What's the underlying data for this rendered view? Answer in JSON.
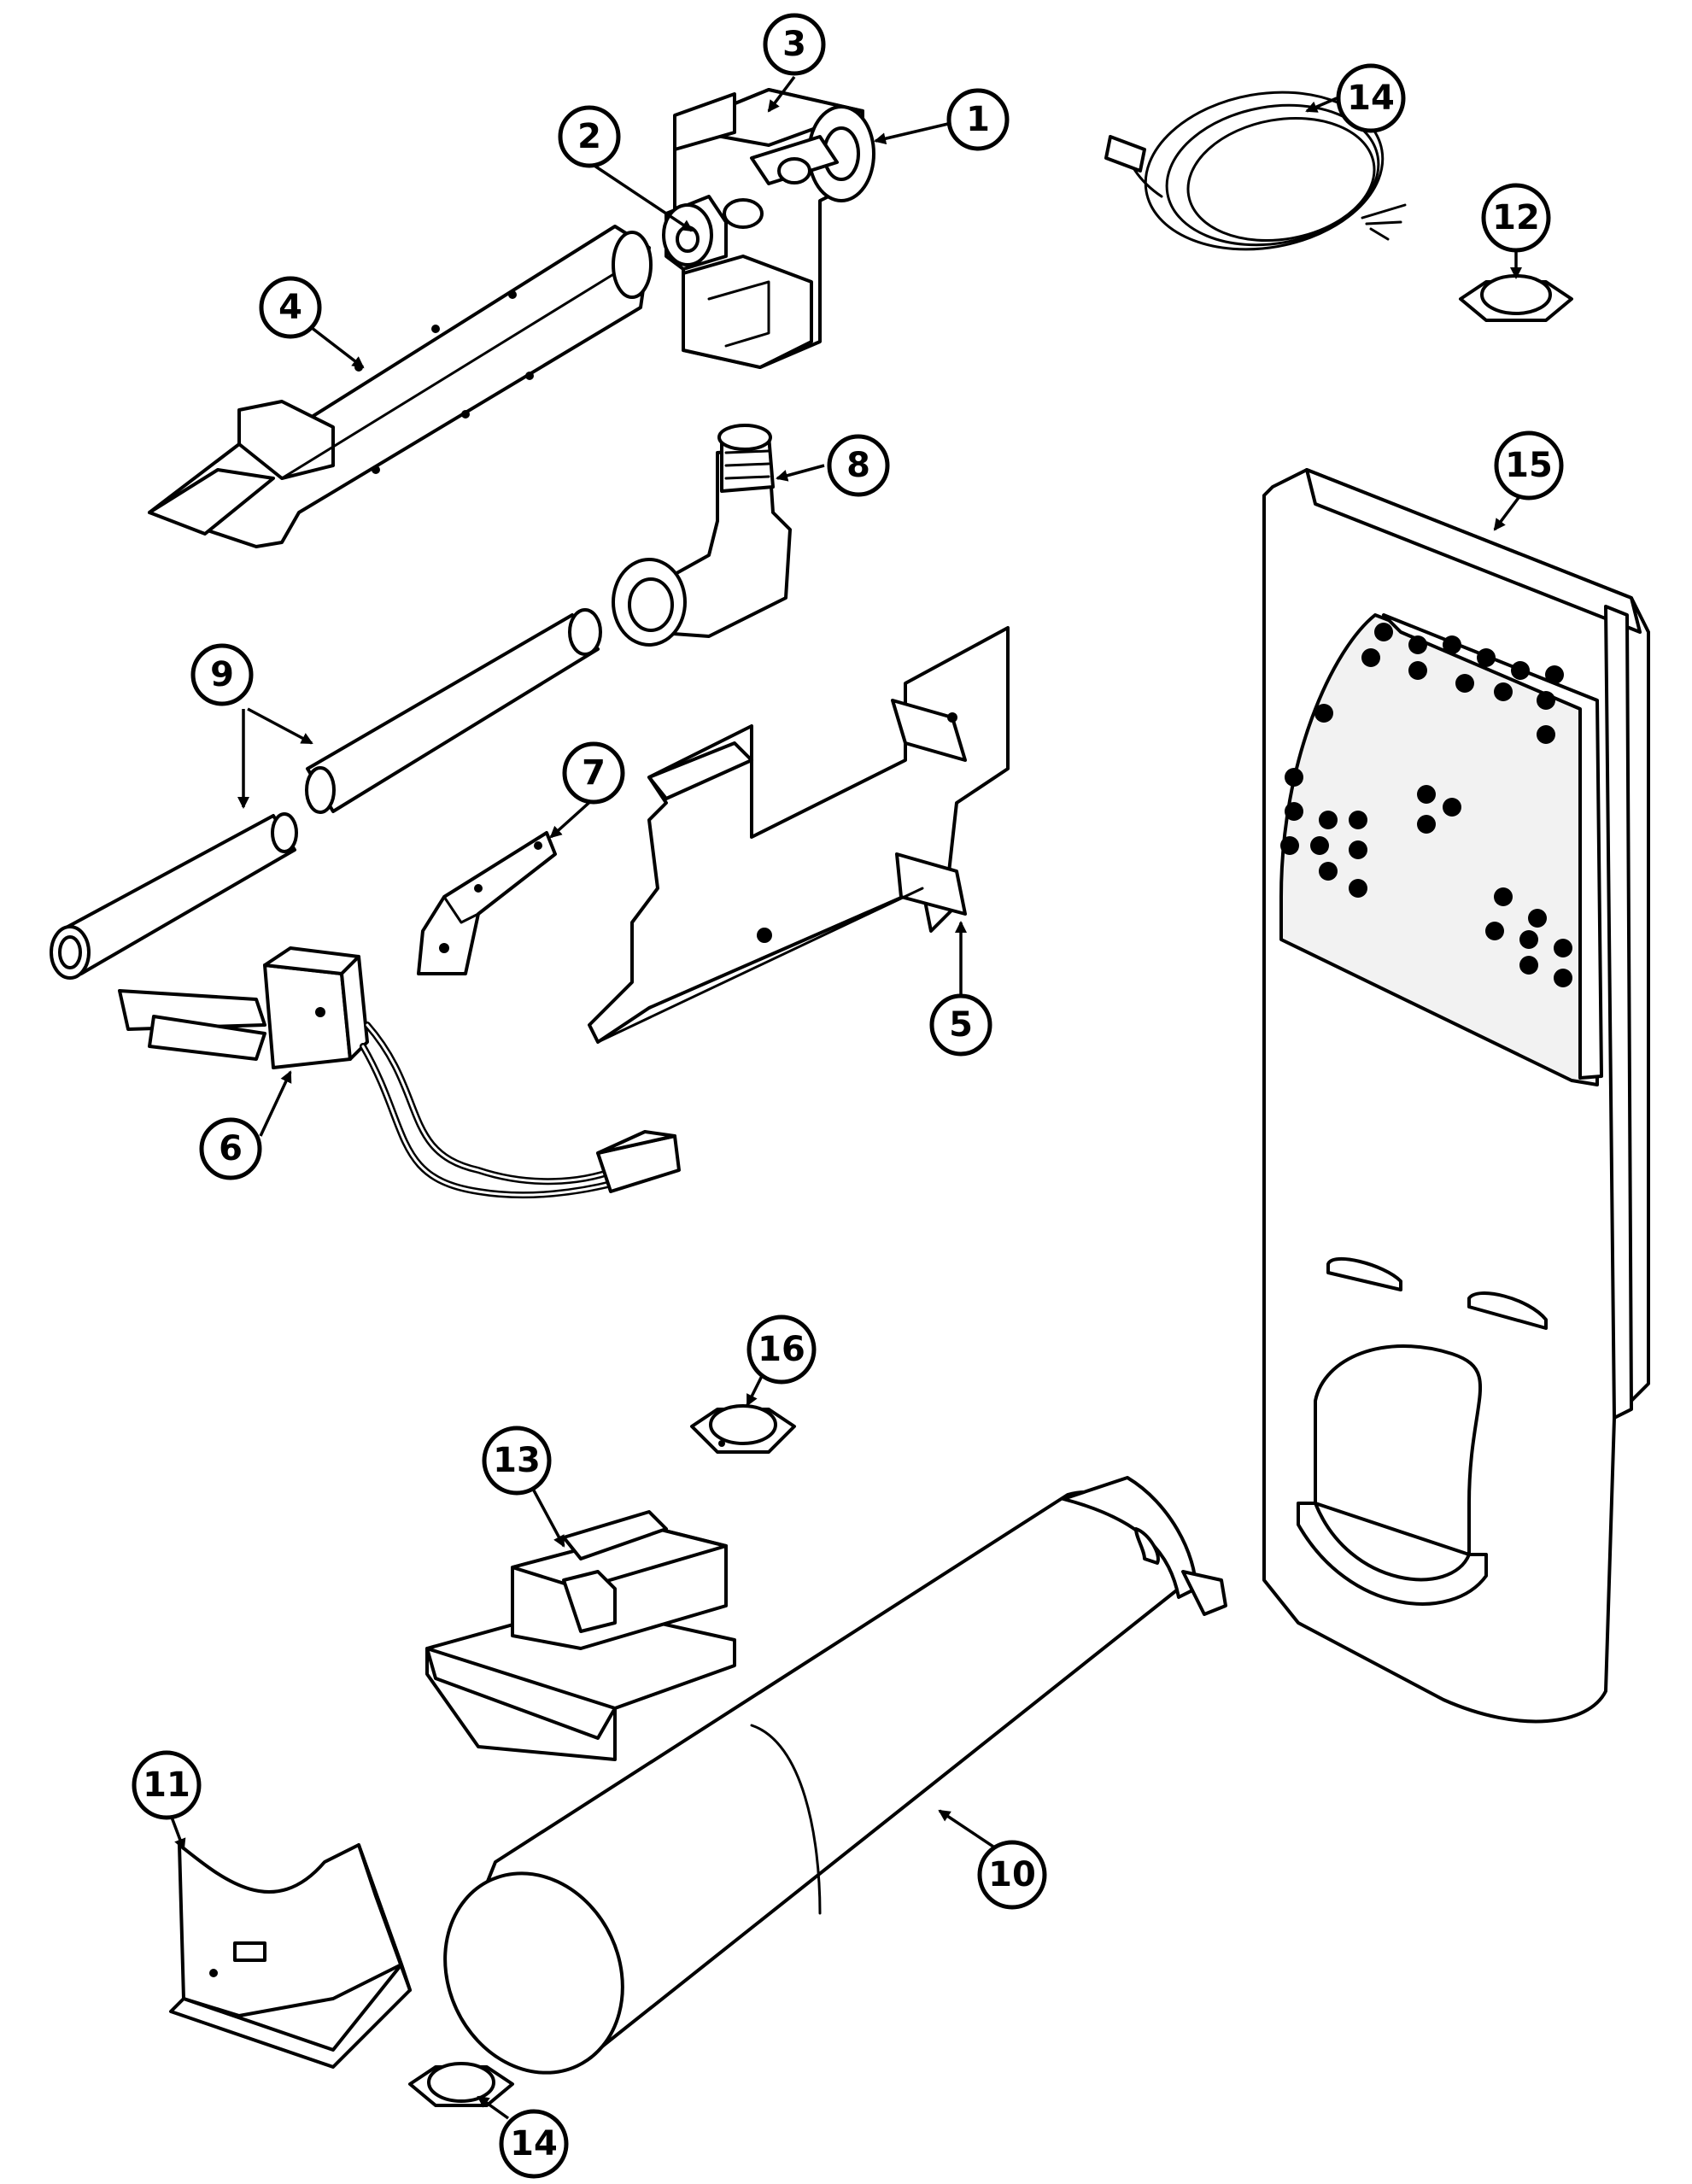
{
  "callouts": [
    {
      "id": "callout-1",
      "label": "1"
    },
    {
      "id": "callout-2",
      "label": "2"
    },
    {
      "id": "callout-3",
      "label": "3"
    },
    {
      "id": "callout-4",
      "label": "4"
    },
    {
      "id": "callout-5",
      "label": "5"
    },
    {
      "id": "callout-6",
      "label": "6"
    },
    {
      "id": "callout-7",
      "label": "7"
    },
    {
      "id": "callout-8",
      "label": "8"
    },
    {
      "id": "callout-9",
      "label": "9"
    },
    {
      "id": "callout-10",
      "label": "10"
    },
    {
      "id": "callout-11",
      "label": "11"
    },
    {
      "id": "callout-12",
      "label": "12"
    },
    {
      "id": "callout-13",
      "label": "13"
    },
    {
      "id": "callout-14a",
      "label": "14"
    },
    {
      "id": "callout-14b",
      "label": "14"
    },
    {
      "id": "callout-15",
      "label": "15"
    },
    {
      "id": "callout-16",
      "label": "16"
    }
  ],
  "colors": {
    "line": "#000000",
    "background": "#ffffff"
  }
}
